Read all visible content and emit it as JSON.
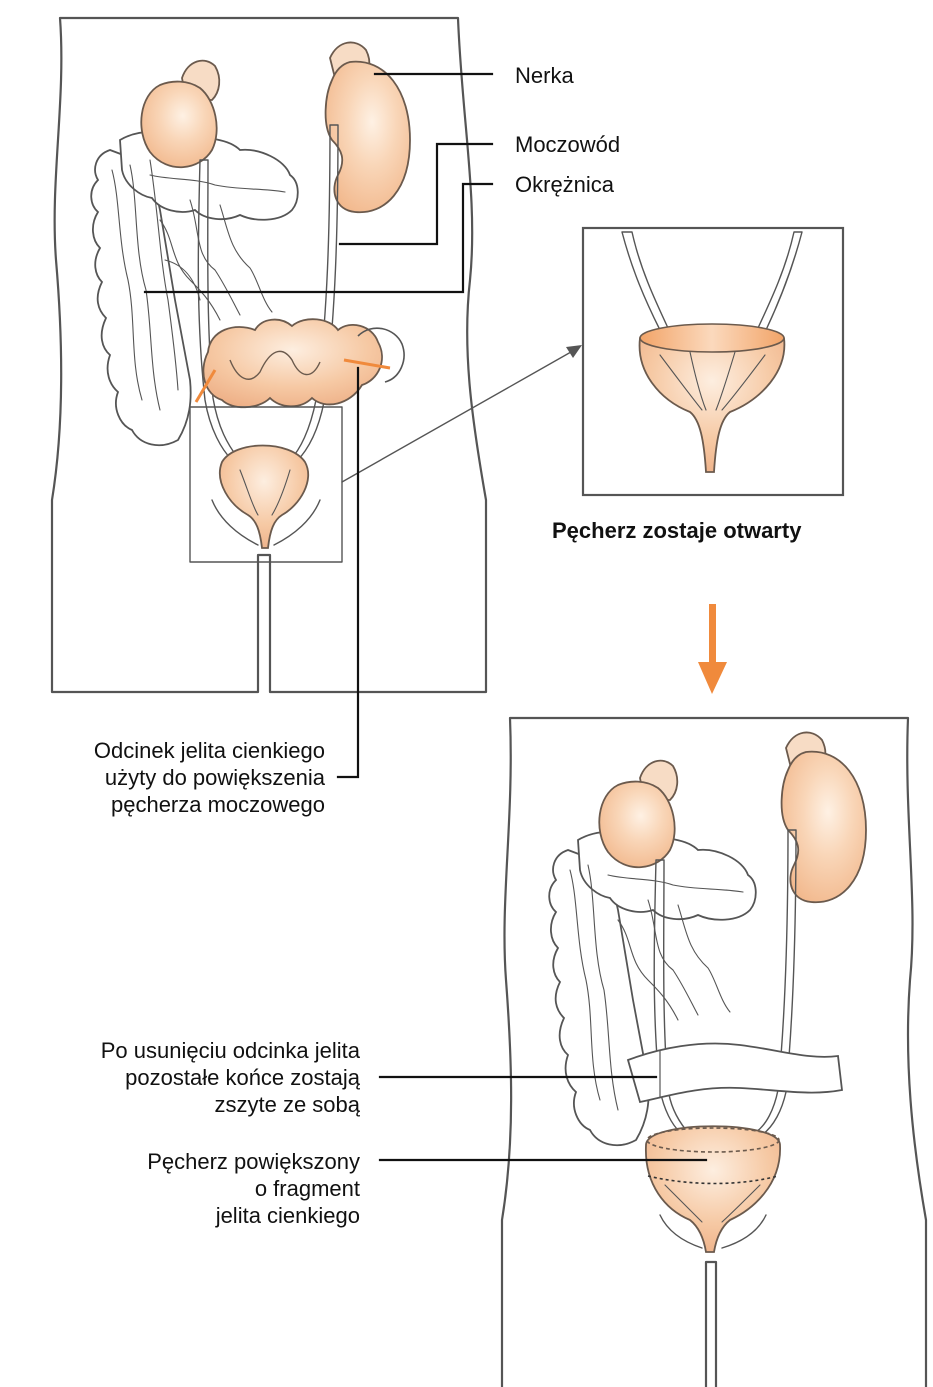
{
  "labels": {
    "kidney": "Nerka",
    "ureter": "Moczowód",
    "colon": "Okrężnica",
    "bladder_opened": "Pęcherz zostaje otwarty",
    "intestine_segment": [
      "Odcinek jelita cienkiego",
      "użyty do powiększenia",
      "pęcherza moczowego"
    ],
    "ends_sewn": [
      "Po usunięciu odcinka jelita",
      "pozostałe końce zostają",
      "zszyte ze sobą"
    ],
    "bladder_enlarged": [
      "Pęcherz powiększony",
      "o fragment",
      "jelita cienkiego"
    ]
  },
  "colors": {
    "organ_fill": "#f6c9a4",
    "organ_highlight": "#fde9d8",
    "accent_orange": "#f08a3c",
    "outline": "#555555",
    "leader": "#111111"
  }
}
